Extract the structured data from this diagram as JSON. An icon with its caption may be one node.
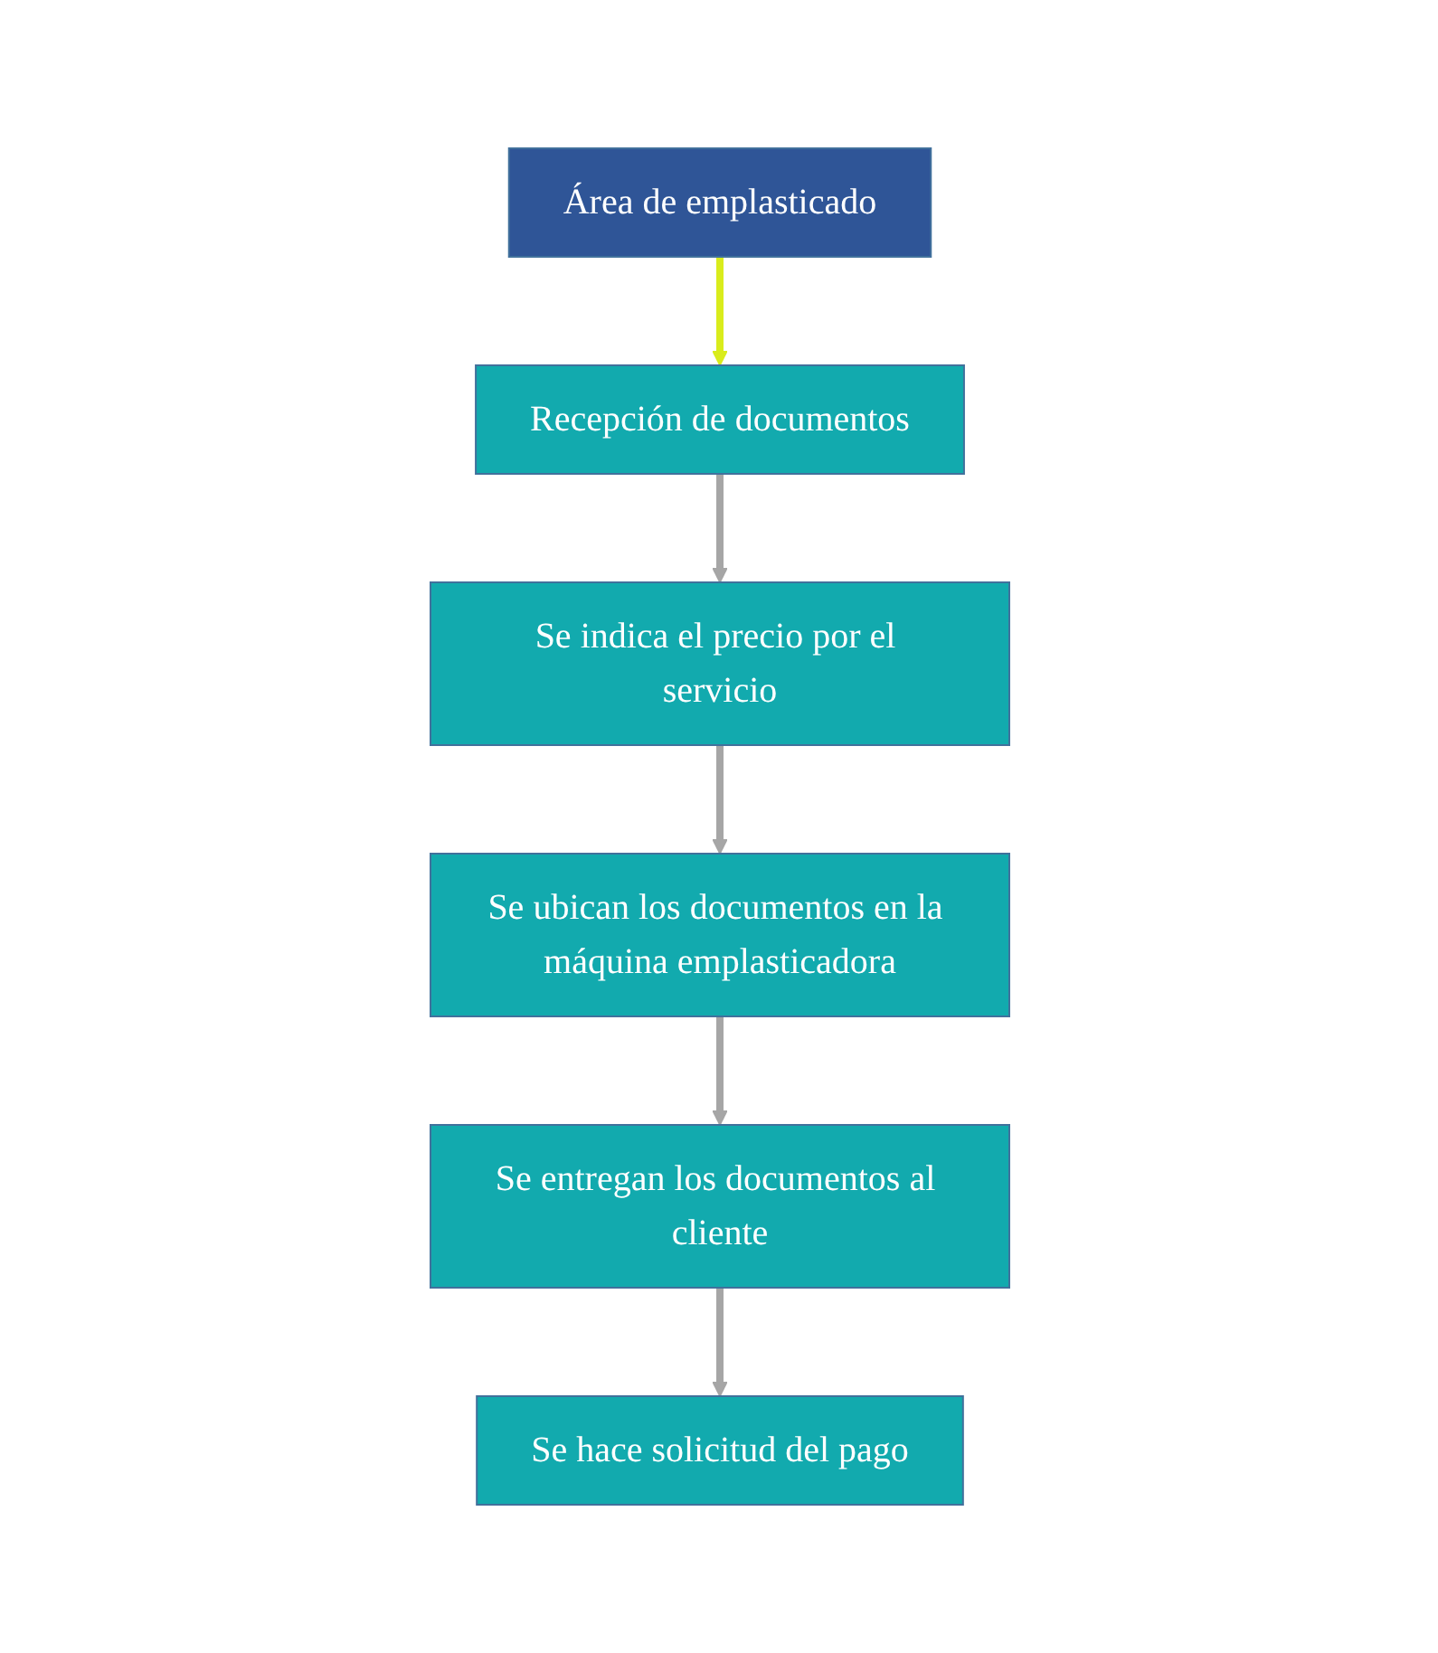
{
  "diagram": {
    "nodes": [
      {
        "text": [
          "Área de emplasticado"
        ]
      },
      {
        "text": [
          "Recepción de documentos"
        ]
      },
      {
        "text": [
          "Se indica el precio por el servicio"
        ]
      },
      {
        "text": [
          "Se ubican los documentos en la máquina emplasticadora"
        ]
      },
      {
        "text": [
          "Se entregan los documentos al cliente"
        ]
      },
      {
        "text": [
          "Se hace solicitud del pago"
        ]
      }
    ],
    "edges": [
      {
        "from": 0,
        "to": 1,
        "arrow": "to",
        "color": "#d9ec1c"
      },
      {
        "from": 1,
        "to": 2,
        "arrow": "to"
      },
      {
        "from": 2,
        "to": 3,
        "arrow": "to"
      },
      {
        "from": 3,
        "to": 4,
        "arrow": "to"
      },
      {
        "from": 4,
        "to": 5,
        "arrow": "to"
      }
    ]
  }
}
